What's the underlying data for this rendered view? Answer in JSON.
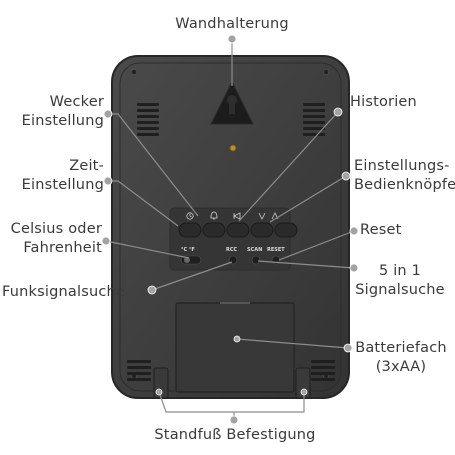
{
  "labels": {
    "wall_mount": "Wandhalterung",
    "alarm_1": "Wecker",
    "alarm_2": "Einstellung",
    "history": "Historien",
    "time_1": "Zeit-",
    "time_2": "Einstellung",
    "settings_1": "Einstellungs-",
    "settings_2": "Bedienknöpfe",
    "celsius_1": "Celsius oder",
    "celsius_2": "Fahrenheit",
    "reset": "Reset",
    "radio": "Funksignalsuche",
    "signal_1": "5 in 1",
    "signal_2": "Signalsuche",
    "battery_1": "Batteriefach",
    "battery_2": "(3xAA)",
    "stand": "Standfuß Befestigung"
  },
  "device_marks": {
    "unit_switch": "°C °F",
    "rcc": "RCC",
    "scan": "SCAN",
    "reset": "RESET"
  },
  "button_icons": [
    "clock-icon",
    "alarm-bell-icon",
    "history-icon",
    "down-arrow-icon",
    "up-arrow-icon"
  ],
  "colors": {
    "device_body": "#3b3b3b",
    "device_edge": "#2a2a2a",
    "label_text": "#3a3a3a",
    "callout_line": "#888888",
    "callout_dot": "#9a9a9a"
  }
}
